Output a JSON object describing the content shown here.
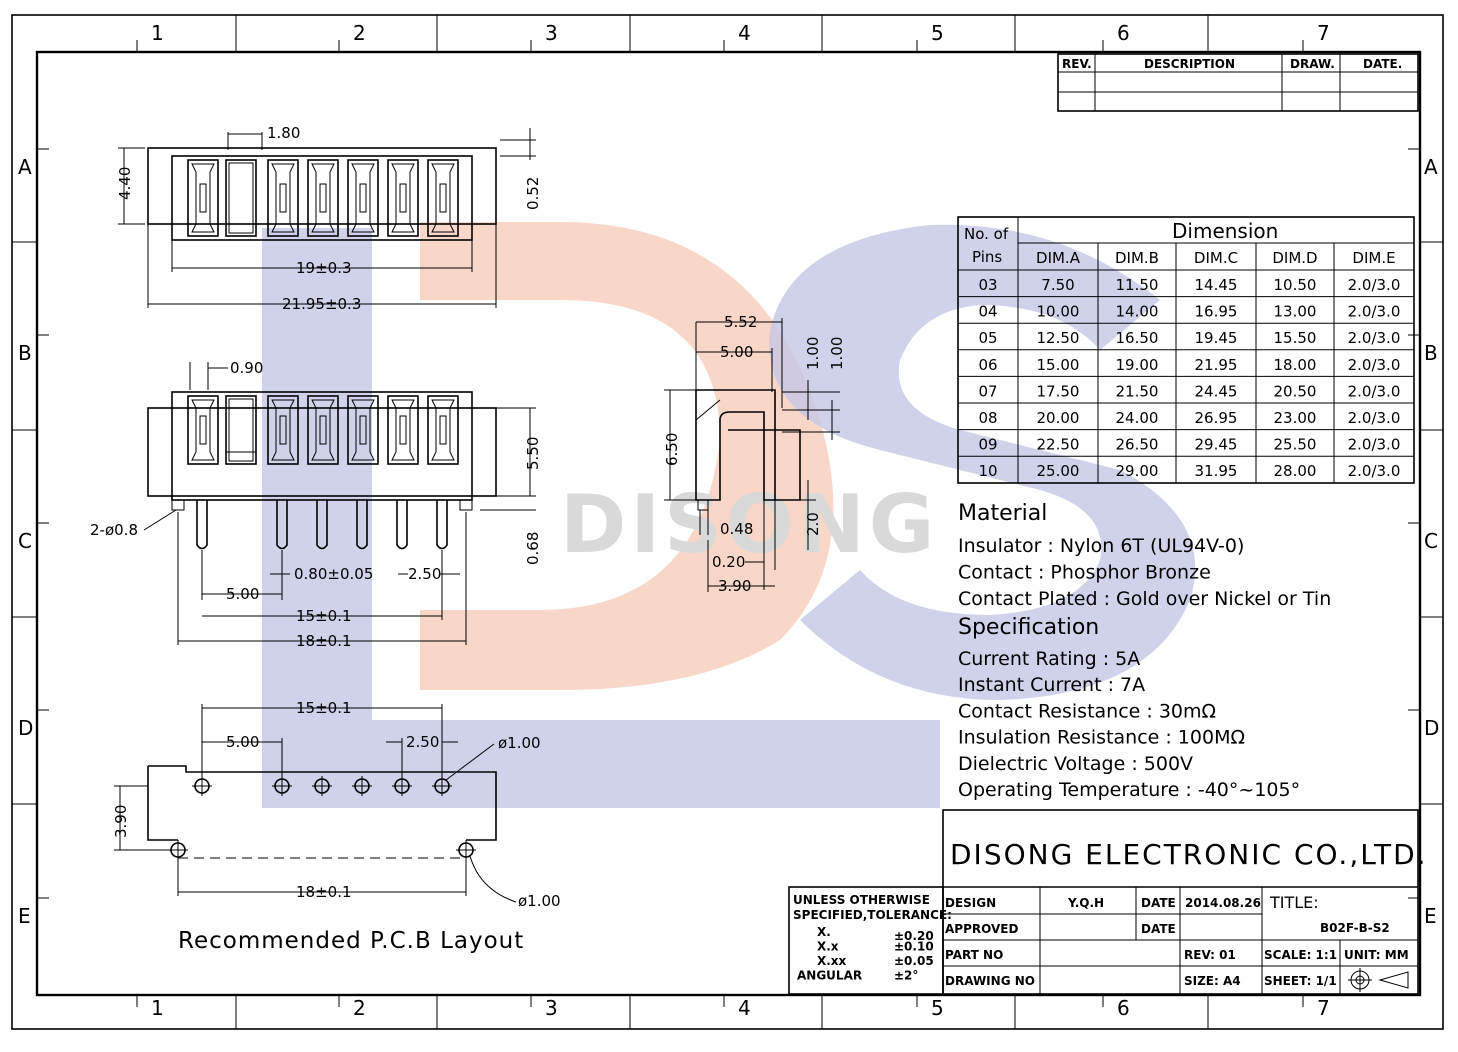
{
  "border": {
    "columns": [
      "1",
      "2",
      "3",
      "4",
      "5",
      "6",
      "7"
    ],
    "rows": [
      "A",
      "B",
      "C",
      "D",
      "E"
    ]
  },
  "watermark": {
    "text": "DISONG",
    "colors": {
      "letter_d": "#f7c9b5",
      "letter_s": "#c4c7e6",
      "text": "#d9d9d9"
    }
  },
  "revision_table": {
    "headers": [
      "REV.",
      "DESCRIPTION",
      "DRAW.",
      "DATE."
    ]
  },
  "dimension_table": {
    "group_header": "Dimension",
    "pins_header": [
      "No. of",
      "Pins"
    ],
    "columns": [
      "DIM.A",
      "DIM.B",
      "DIM.C",
      "DIM.D",
      "DIM.E"
    ],
    "rows": [
      [
        "03",
        "7.50",
        "11.50",
        "14.45",
        "10.50",
        "2.0/3.0"
      ],
      [
        "04",
        "10.00",
        "14.00",
        "16.95",
        "13.00",
        "2.0/3.0"
      ],
      [
        "05",
        "12.50",
        "16.50",
        "19.45",
        "15.50",
        "2.0/3.0"
      ],
      [
        "06",
        "15.00",
        "19.00",
        "21.95",
        "18.00",
        "2.0/3.0"
      ],
      [
        "07",
        "17.50",
        "21.50",
        "24.45",
        "20.50",
        "2.0/3.0"
      ],
      [
        "08",
        "20.00",
        "24.00",
        "26.95",
        "23.00",
        "2.0/3.0"
      ],
      [
        "09",
        "22.50",
        "26.50",
        "29.45",
        "25.50",
        "2.0/3.0"
      ],
      [
        "10",
        "25.00",
        "29.00",
        "31.95",
        "28.00",
        "2.0/3.0"
      ]
    ]
  },
  "material": {
    "heading": "Material",
    "lines": [
      "Insulator : Nylon 6T (UL94V-0)",
      "Contact : Phosphor  Bronze",
      "Contact Plated : Gold over Nickel or Tin"
    ]
  },
  "specification": {
    "heading": "Specification",
    "lines": [
      "Current Rating : 5A",
      "Instant Current : 7A",
      "Contact Resistance : 30mΩ",
      "Insulation Resistance : 100MΩ",
      "Dielectric  Voltage : 500V",
      "Operating Temperature : -40°~105°"
    ]
  },
  "dimensions": {
    "top_view": {
      "pitch_top": "1.80",
      "height": "4.40",
      "offset": "0.52",
      "dim_b": "19±0.3",
      "dim_c": "21.95±0.3"
    },
    "front_view": {
      "pin_w": "0.90",
      "height": "5.50",
      "tail": "0.68",
      "holes": "2-ø0.8",
      "pin_pitch": "0.80±0.05",
      "pitch": "2.50",
      "first": "5.00",
      "dim_a": "15±0.1",
      "dim_d": "18±0.1"
    },
    "side_view": {
      "d1": "5.52",
      "d2": "5.00",
      "d3": "1.00",
      "d4": "1.00",
      "height": "6.50",
      "d5": "0.48",
      "d6": "0.20",
      "d7": "3.90",
      "dim_e": "2.0"
    },
    "pcb": {
      "dim_a": "15±0.1",
      "first": "5.00",
      "pitch": "2.50",
      "hole": "ø1.00",
      "height": "3.90",
      "dim_d": "18±0.1",
      "hole2": "ø1.00",
      "caption": "Recommended P.C.B Layout"
    }
  },
  "title_block": {
    "company": "DISONG ELECTRONIC CO.,LTD.",
    "tolerance": {
      "header1": "UNLESS OTHERWISE",
      "header2": "SPECIFIED,TOLERANCE:",
      "rows": [
        [
          "X.",
          "±0.20"
        ],
        [
          "X.x",
          "±0.10"
        ],
        [
          "X.xx",
          "±0.05"
        ],
        [
          "ANGULAR",
          "±2°"
        ]
      ]
    },
    "design_label": "DESIGN",
    "design_value": "Y.Q.H",
    "approved_label": "APPROVED",
    "date_label": "DATE",
    "date_value": "2014.08.26",
    "part_no_label": "PART NO",
    "drawing_no_label": "DRAWING NO",
    "title_label": "TITLE:",
    "title_value": "B02F-B-S2",
    "rev": "REV: 01",
    "size": "SIZE: A4",
    "scale": "SCALE: 1:1",
    "unit": "UNIT: MM",
    "sheet": "SHEET: 1/1"
  }
}
